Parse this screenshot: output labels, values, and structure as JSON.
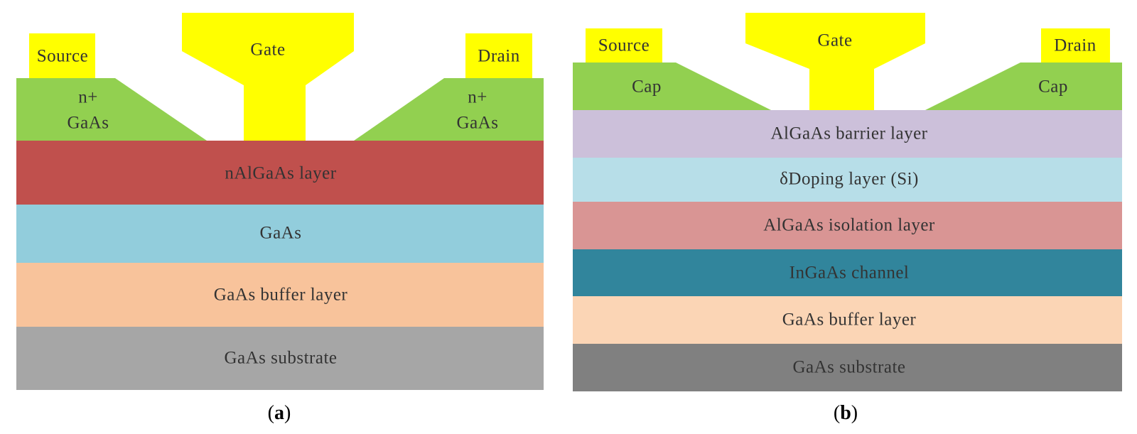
{
  "colors": {
    "gate": "#ffff00",
    "contact": "#ffff00",
    "n_gaas": "#92d050",
    "naigaas": "#c0504d",
    "gaas": "#92cddc",
    "buffer_a": "#f8c39b",
    "substrate_a": "#a6a6a6",
    "cap": "#92d050",
    "barrier": "#ccc0da",
    "doping": "#b7dee8",
    "isolation": "#d99594",
    "channel": "#31859c",
    "buffer_b": "#fbd5b5",
    "substrate_b": "#808080",
    "text": "#333333"
  },
  "panel_a": {
    "caption_open": "(",
    "caption_letter": "a",
    "caption_close": ")",
    "source": "Source",
    "gate": "Gate",
    "drain": "Drain",
    "cap_left_line1": "n+",
    "cap_left_line2": "GaAs",
    "cap_right_line1": "n+",
    "cap_right_line2": "GaAs",
    "layers": [
      "nAlGaAs layer",
      "GaAs",
      "GaAs buffer layer",
      "GaAs substrate"
    ]
  },
  "panel_b": {
    "caption_open": "(",
    "caption_letter": "b",
    "caption_close": ")",
    "source": "Source",
    "gate": "Gate",
    "drain": "Drain",
    "cap_left": "Cap",
    "cap_right": "Cap",
    "layers": [
      "AlGaAs barrier layer",
      "δDoping layer (Si)",
      "AlGaAs isolation layer",
      "InGaAs channel",
      "GaAs buffer layer",
      "GaAs substrate"
    ]
  }
}
